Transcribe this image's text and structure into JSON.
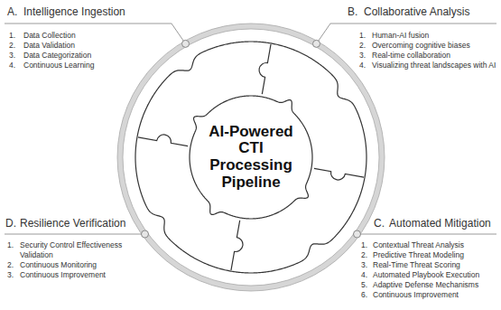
{
  "diagram": {
    "nodes": [
      {
        "text": [
          "AI-Powered CTI Processing Pipeline"
        ]
      }
    ],
    "labels": [
      "A.",
      "Intelligence Ingestion",
      "1.",
      "Data Collection",
      "2.",
      "Data Validation",
      "3.",
      "Data Categorization",
      "4.",
      "Continuous Learning",
      "B.",
      "Collaborative Analysis",
      "1.",
      "Human-AI fusion",
      "2.",
      "Overcoming cognitive biases",
      "3.",
      "Real-time collaboration",
      "4.",
      "Visualizing threat landscapes with AI",
      "C.",
      "Automated Mitigation",
      "1.",
      "Contextual Threat Analysis",
      "2.",
      "Predictive Threat Modeling",
      "3.",
      "Real-Time Threat Scoring",
      "4.",
      "Automated Playbook Execution",
      "5.",
      "Adaptive Defense Mechanisms",
      "6.",
      "Continuous Improvement",
      "D.",
      "Resilience Verification",
      "1.",
      "Security Control Effectiveness Validation",
      "2.",
      "Continuous Monitoring",
      "3.",
      "Continuous Improvement"
    ]
  }
}
